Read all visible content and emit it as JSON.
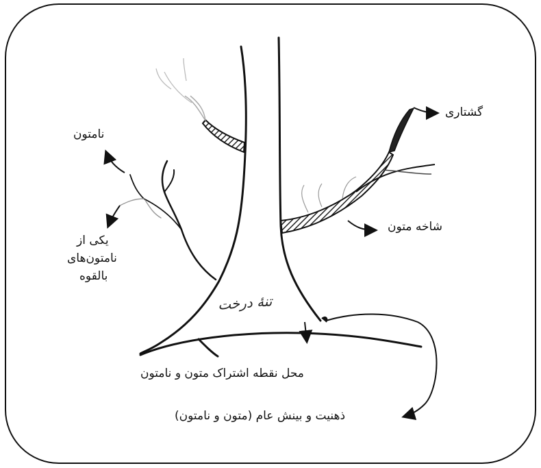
{
  "labels": {
    "gostari": "گشتاری",
    "namatun_top": "نامتون",
    "shakhe_matun": "شاخه متون",
    "yeki_az": "یکی از",
    "namatunhaye": "نامتون‌های",
    "belqove": "بالقوه",
    "trunk": "تنهٔ درخت",
    "intersection": "محل نقطه اشتراک متون و نامتون",
    "mentality": "ذهنیت و بینش عام (متون و نامتون)"
  }
}
